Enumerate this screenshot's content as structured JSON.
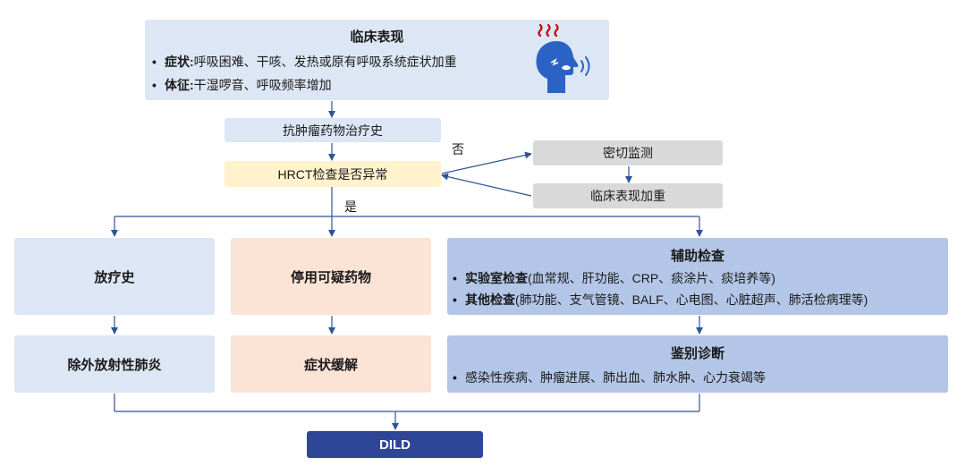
{
  "colors": {
    "light_blue": "#dce6f4",
    "med_blue": "#b4c6e7",
    "peach": "#fbe3d6",
    "yellow": "#fff2cc",
    "gray": "#d9d9d9",
    "dark_blue": "#2f4597",
    "arrow": "#2f5597",
    "icon_red": "#c00000",
    "icon_blue": "#2a63c4"
  },
  "clinical": {
    "title": "临床表现",
    "symptoms_label": "症状:",
    "symptoms_text": "呼吸困难、干咳、发热或原有呼吸系统症状加重",
    "signs_label": "体征:",
    "signs_text": "干湿啰音、呼吸频率增加"
  },
  "history": "抗肿瘤药物治疗史",
  "hrct": "HRCT检查是否异常",
  "no_label": "否",
  "yes_label": "是",
  "monitor": "密切监测",
  "worsening": "临床表现加重",
  "radiotherapy": "放疗史",
  "exclude_rp": "除外放射性肺炎",
  "stop_drug": "停用可疑药物",
  "relief": "症状缓解",
  "aux": {
    "title": "辅助检查",
    "lab_label": "实验室检查",
    "lab_text": "(血常规、肝功能、CRP、痰涂片、痰培养等)",
    "other_label": "其他检查",
    "other_text": "(肺功能、支气管镜、BALF、心电图、心脏超声、肺活检病理等)"
  },
  "diff": {
    "title": "鉴别诊断",
    "text": "感染性疾病、肿瘤进展、肺出血、肺水肿、心力衰竭等"
  },
  "dild": "DILD"
}
